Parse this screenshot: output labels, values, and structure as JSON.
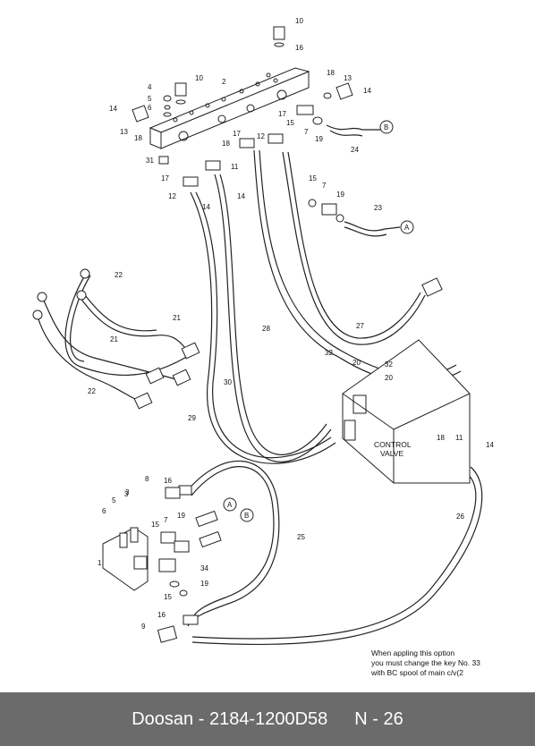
{
  "title_bar": {
    "part_label": "Doosan - 2184-1200D58",
    "page_label": "N - 26"
  },
  "colors": {
    "footer_bg": "#6b6b6b",
    "footer_text": "#ffffff",
    "line": "#222222",
    "hatch": "#888888"
  },
  "diagram": {
    "control_valve_label_line1": "CONTROL",
    "control_valve_label_line2": "VALVE",
    "note_lines": [
      "When appling this option",
      "you must change the key No. 33",
      "with BC spool of main c/v(2"
    ],
    "callout_a": "A",
    "callout_b": "B",
    "part_numbers": [
      "10",
      "16",
      "2",
      "10",
      "4",
      "5",
      "6",
      "3",
      "18",
      "13",
      "14",
      "14",
      "13",
      "18",
      "17",
      "15",
      "7",
      "19",
      "24",
      "12",
      "17",
      "18",
      "11",
      "14",
      "31",
      "17",
      "12",
      "14",
      "15",
      "7",
      "19",
      "23",
      "22",
      "22",
      "21",
      "21",
      "28",
      "27",
      "32",
      "20",
      "32",
      "20",
      "30",
      "29",
      "18",
      "11",
      "14",
      "26",
      "8",
      "16",
      "5",
      "3",
      "6",
      "15",
      "7",
      "19",
      "1",
      "34",
      "19",
      "15",
      "16",
      "9",
      "25"
    ]
  }
}
